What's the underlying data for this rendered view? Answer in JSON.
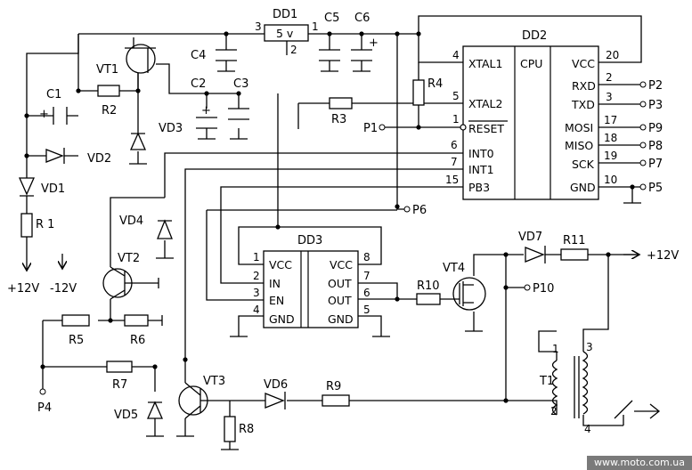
{
  "components": {
    "DD1": {
      "name": "DD1",
      "value": "5 v",
      "pins": [
        "3",
        "1",
        "2"
      ]
    },
    "DD2": {
      "name": "DD2",
      "core": "CPU",
      "pins_left": [
        {
          "num": "4",
          "name": "XTAL1"
        },
        {
          "num": "5",
          "name": "XTAL2"
        },
        {
          "num": "1",
          "name": "RESET"
        },
        {
          "num": "6",
          "name": "INT0"
        },
        {
          "num": "7",
          "name": "INT1"
        },
        {
          "num": "15",
          "name": "PB3"
        }
      ],
      "pins_right": [
        {
          "num": "20",
          "name": "VCC"
        },
        {
          "num": "2",
          "name": "RXD"
        },
        {
          "num": "3",
          "name": "TXD"
        },
        {
          "num": "17",
          "name": "MOSI"
        },
        {
          "num": "18",
          "name": "MISO"
        },
        {
          "num": "19",
          "name": "SCK"
        },
        {
          "num": "10",
          "name": "GND"
        }
      ]
    },
    "DD3": {
      "name": "DD3",
      "pins_left": [
        {
          "num": "1",
          "name": "VCC"
        },
        {
          "num": "2",
          "name": "IN"
        },
        {
          "num": "3",
          "name": "EN"
        },
        {
          "num": "4",
          "name": "GND"
        }
      ],
      "pins_right": [
        {
          "num": "8",
          "name": "VCC"
        },
        {
          "num": "7",
          "name": "OUT"
        },
        {
          "num": "6",
          "name": "OUT"
        },
        {
          "num": "5",
          "name": "GND"
        }
      ]
    },
    "T1": {
      "name": "T1",
      "pins": [
        "1",
        "2",
        "3",
        "4"
      ]
    }
  },
  "labels": {
    "VT1": "VT1",
    "VT2": "VT2",
    "VT3": "VT3",
    "VT4": "VT4",
    "VD1": "VD1",
    "VD2": "VD2",
    "VD3": "VD3",
    "VD4": "VD4",
    "VD5": "VD5",
    "VD6": "VD6",
    "VD7": "VD7",
    "R1": "R 1",
    "R2": "R2",
    "R3": "R3",
    "R4": "R4",
    "R5": "R5",
    "R6": "R6",
    "R7": "R7",
    "R8": "R8",
    "R9": "R9",
    "R10": "R10",
    "R11": "R11",
    "C1": "C1",
    "C2": "C2",
    "C3": "C3",
    "C4": "C4",
    "C5": "C5",
    "C6": "C6",
    "plus": "+"
  },
  "ports": {
    "P1": "P1",
    "P2": "P2",
    "P3": "P3",
    "P4": "P4",
    "P5": "P5",
    "P6": "P6",
    "P7": "P7",
    "P8": "P8",
    "P9": "P9",
    "P10": "P10"
  },
  "supplies": {
    "plus12_left": "+12V",
    "minus12": "-12V",
    "plus12_right": "+12V"
  },
  "watermark": "www.moto.com.ua"
}
